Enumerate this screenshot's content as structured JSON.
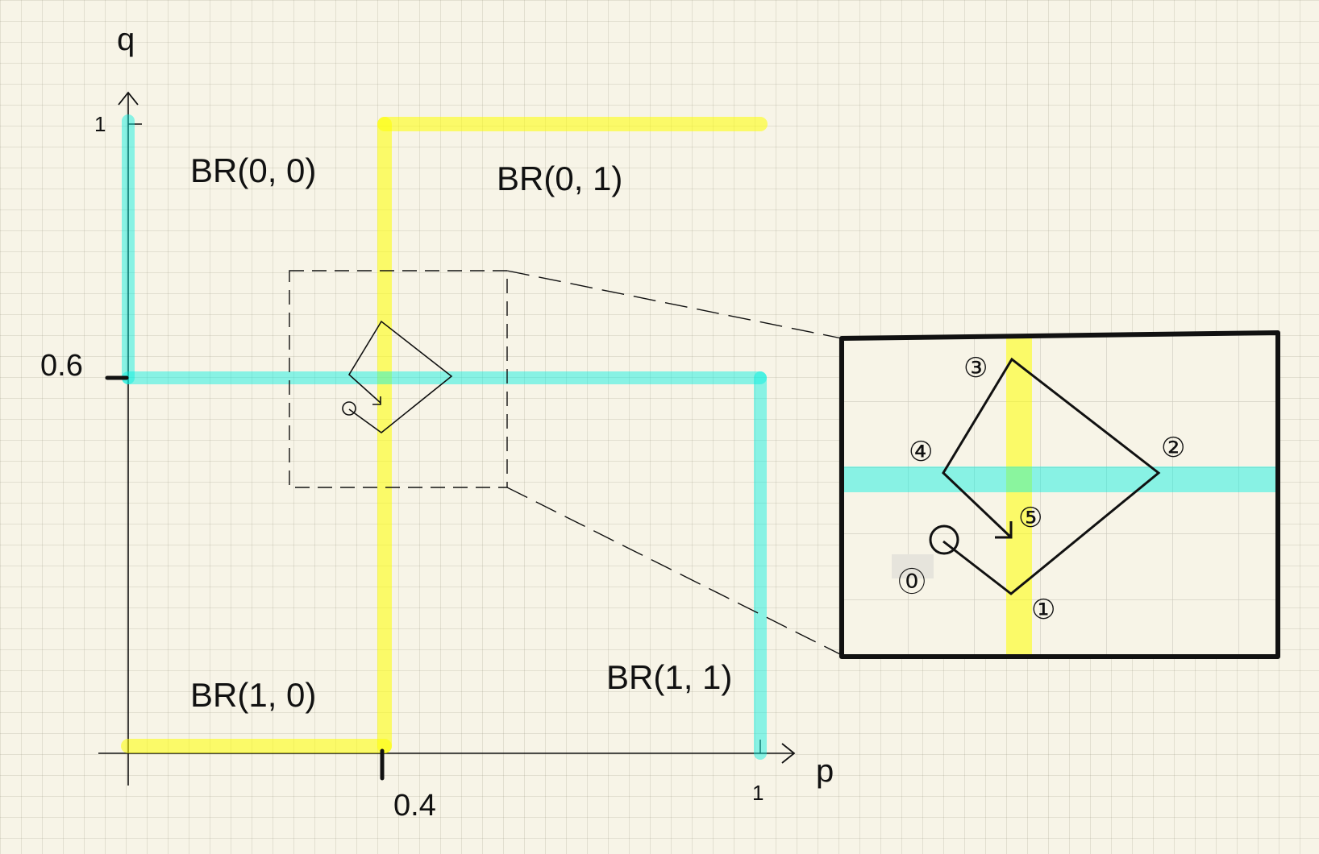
{
  "axes": {
    "x_name": "p",
    "y_name": "q",
    "x_max_label": "1",
    "y_max_label": "1",
    "x_marked_label": "0.4",
    "y_marked_label": "0.6"
  },
  "regions": {
    "top_left": "BR(0, 0)",
    "top_right": "BR(0, 1)",
    "bottom_left": "BR(1, 0)",
    "bottom_right": "BR(1, 1)"
  },
  "inset": {
    "step_labels": [
      "⓪",
      "①",
      "②",
      "③",
      "④",
      "⑤"
    ]
  },
  "colors": {
    "player1_best_response": "#ffff00",
    "player2_best_response": "#00f0e0",
    "background": "#f7f4e7",
    "ink": "#111111"
  }
}
